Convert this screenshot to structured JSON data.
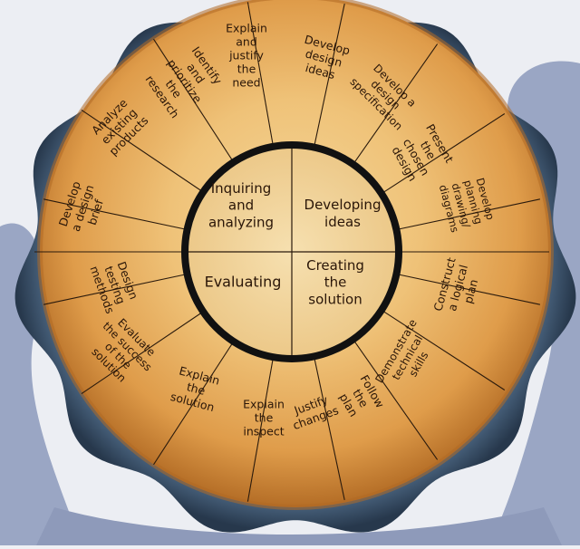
{
  "diagram": {
    "core": [
      {
        "label": [
          "Inquiring",
          "and",
          "analyzing"
        ]
      },
      {
        "label": [
          "Developing",
          "ideas"
        ]
      },
      {
        "label": [
          "Creating",
          "the",
          "solution"
        ]
      },
      {
        "label": [
          "Evaluating"
        ]
      }
    ],
    "segments": [
      {
        "label": [
          "Explain",
          "and",
          "justify",
          "the",
          "need"
        ]
      },
      {
        "label": [
          "Identify",
          "and",
          "prioritize",
          "the",
          "research"
        ]
      },
      {
        "label": [
          "Analyze",
          "existing",
          "products"
        ]
      },
      {
        "label": [
          "Develop",
          "a design",
          "brief"
        ]
      },
      {
        "label": [
          "Develop",
          "design",
          "ideas"
        ]
      },
      {
        "label": [
          "Develop a",
          "design",
          "specification"
        ]
      },
      {
        "label": [
          "Present",
          "the",
          "chosen",
          "design"
        ]
      },
      {
        "label": [
          "Develop",
          "planning",
          "drawing/",
          "diagrams"
        ]
      },
      {
        "label": [
          "Construct",
          "a logical",
          "plan"
        ]
      },
      {
        "label": [
          "Demonstrate",
          "technical",
          "skills"
        ]
      },
      {
        "label": [
          "Follow",
          "the",
          "plan"
        ]
      },
      {
        "label": [
          "Justify",
          "changes"
        ]
      },
      {
        "label": [
          "Explain",
          "the",
          "inspect"
        ]
      },
      {
        "label": [
          "Explain",
          "the",
          "solution"
        ]
      },
      {
        "label": [
          "Evaluate",
          "the success",
          "of the",
          "solution"
        ]
      },
      {
        "label": [
          "Design",
          "testing",
          "methods"
        ]
      }
    ],
    "colors": {
      "crust_light": "#f2c676",
      "crust_mid": "#dd9a44",
      "crust_dark": "#a8621e",
      "dish": "#2c3f55",
      "dish_light": "#6f8aa6",
      "towel": "#9aa6c4",
      "ring": "#111111",
      "divider": "#2a1a0c",
      "text": "#2a1608"
    }
  }
}
